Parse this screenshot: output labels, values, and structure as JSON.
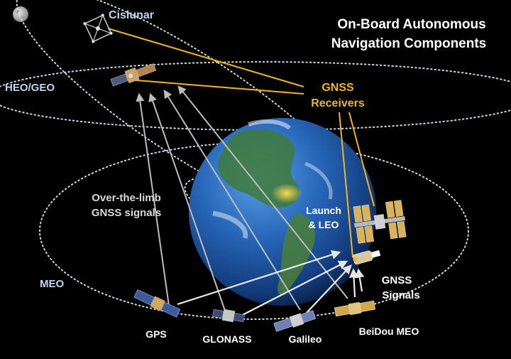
{
  "title": {
    "line1": "On-Board Autonomous",
    "line2": "Navigation Components"
  },
  "orbits": {
    "cislunar": "Cislunar",
    "heo_geo": "HEO/GEO",
    "meo": "MEO"
  },
  "receivers": {
    "line1": "GNSS",
    "line2": "Receivers"
  },
  "launch": {
    "line1": "Launch",
    "line2": "& LEO"
  },
  "over_limb": {
    "line1": "Over-the-limb",
    "line2": "GNSS signals"
  },
  "signals": {
    "line1": "GNSS",
    "line2": "Signals"
  },
  "constellations": {
    "gps": "GPS",
    "glonass": "GLONASS",
    "galileo": "Galileo",
    "beidou": "BeiDou MEO"
  },
  "colors": {
    "receiver_line": "#f2b51e",
    "signal_arrow": "#d8d8d8",
    "orbit_dots": "#cfd8e0",
    "ocean": "#1f5fb0",
    "land": "#3f7a3a"
  },
  "icons": [
    "moon-icon",
    "satellite-icon",
    "space-station-icon",
    "earth-icon"
  ]
}
